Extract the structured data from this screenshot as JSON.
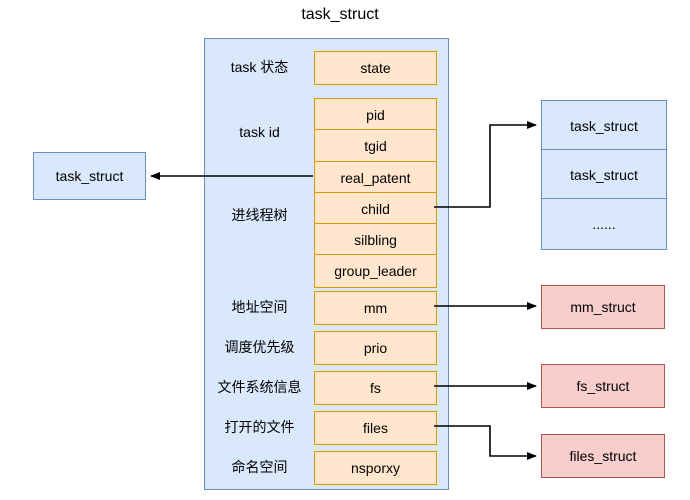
{
  "diagram": {
    "title": "task_struct",
    "colors": {
      "blue_fill": "#dae8fc",
      "blue_stroke": "#6c8ebf",
      "orange_fill": "#ffe6cc",
      "orange_stroke": "#d79b00",
      "pink_fill": "#f8cecc",
      "pink_stroke": "#b85450",
      "connector": "#000000",
      "background": "#ffffff"
    }
  },
  "left_reference": {
    "label": "task_struct"
  },
  "task_struct": {
    "groups": [
      {
        "label": "task 状态",
        "fields": [
          "state"
        ]
      },
      {
        "label": "task id",
        "fields": [
          "pid",
          "tgid"
        ]
      },
      {
        "label": "进线程树",
        "fields": [
          "real_patent",
          "child",
          "silbling",
          "group_leader"
        ]
      },
      {
        "label": "地址空间",
        "fields": [
          "mm"
        ]
      },
      {
        "label": "调度优先级",
        "fields": [
          "prio"
        ]
      },
      {
        "label": "文件系统信息",
        "fields": [
          "fs"
        ]
      },
      {
        "label": "打开的文件",
        "fields": [
          "files"
        ]
      },
      {
        "label": "命名空间",
        "fields": [
          "nsporxy"
        ]
      }
    ]
  },
  "children_stack": {
    "items": [
      "task_struct",
      "task_struct",
      "......"
    ]
  },
  "related_structs": [
    {
      "label": "mm_struct"
    },
    {
      "label": "fs_struct"
    },
    {
      "label": "files_struct"
    }
  ],
  "field_labels": {
    "state": "state",
    "pid": "pid",
    "tgid": "tgid",
    "real_patent": "real_patent",
    "child": "child",
    "silbling": "silbling",
    "group_leader": "group_leader",
    "mm": "mm",
    "prio": "prio",
    "fs": "fs",
    "files": "files",
    "nsporxy": "nsporxy"
  },
  "group_labels": {
    "state": "task 状态",
    "id": "task id",
    "tree": "进线程树",
    "address": "地址空间",
    "prio": "调度优先级",
    "fsinfo": "文件系统信息",
    "openfiles": "打开的文件",
    "namespace": "命名空间"
  }
}
